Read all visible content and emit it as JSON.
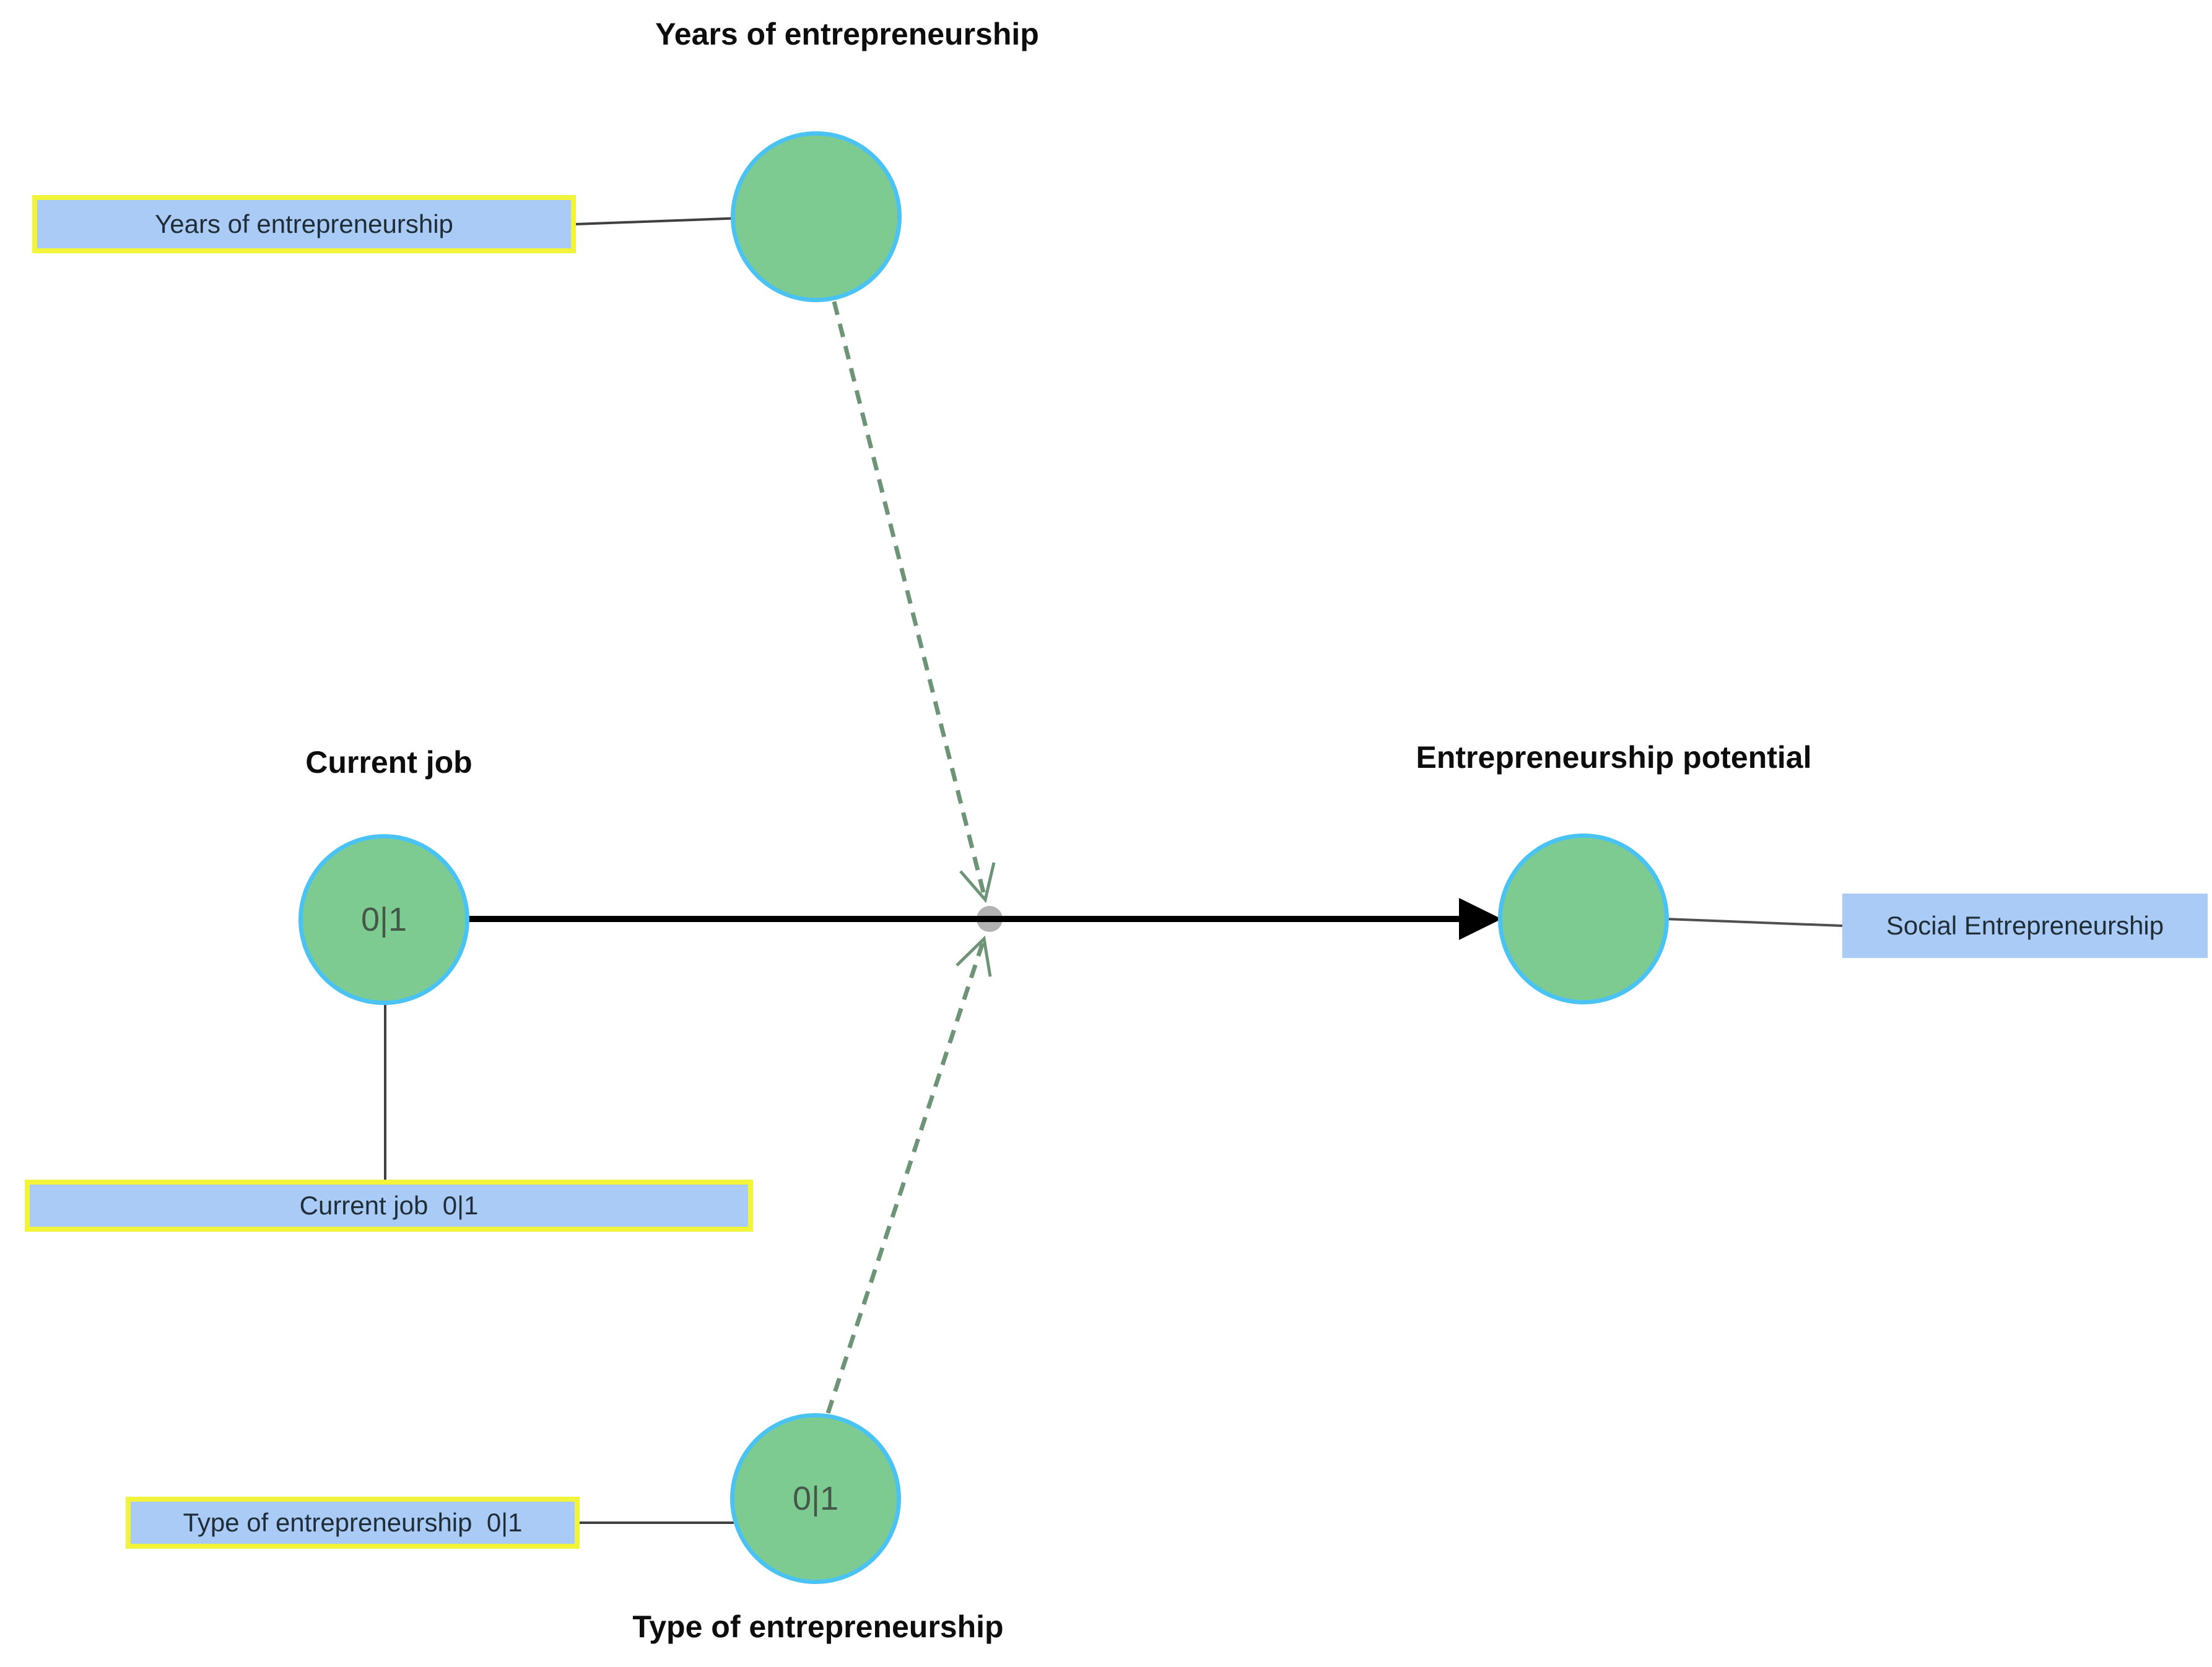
{
  "diagram": {
    "tool": "structural-model-diagram",
    "background": "#ffffff",
    "colors": {
      "construct_fill": "#7ecb92",
      "construct_border": "#4ac3f3",
      "indicator_fill": "#a9cbf6",
      "indicator_border": "#f2f439",
      "indicator_text": "#1f2d36",
      "title_text": "#0d0d0d",
      "circle_label_text": "#44584a",
      "path_arrow": "#000000",
      "moderation_arrow": "#6e9478",
      "connector_line": "#404040",
      "junction_dot": "#b2b2b2"
    },
    "constructs": {
      "years": {
        "title": "Years of entrepreneurship",
        "label": ""
      },
      "current": {
        "title": "Current job",
        "label": "0|1"
      },
      "potential": {
        "title": "Entrepreneurship potential",
        "label": ""
      },
      "type": {
        "title": "Type of entrepreneurship",
        "label": "0|1"
      }
    },
    "indicators": {
      "years": {
        "label": "Years of entrepreneurship"
      },
      "current": {
        "label": "Current job  0|1"
      },
      "type": {
        "label": "Type of entrepreneurship  0|1"
      },
      "social": {
        "label": "Social Entrepreneurship"
      }
    },
    "paths": {
      "main": {
        "from": "Current job",
        "to": "Entrepreneurship potential",
        "style": "solid-arrow"
      },
      "moderation1": {
        "from": "Years of entrepreneurship",
        "to": "Current job -> Entrepreneurship potential",
        "style": "dashed-arrow"
      },
      "moderation2": {
        "from": "Type of entrepreneurship",
        "to": "Current job -> Entrepreneurship potential",
        "style": "dashed-arrow"
      }
    }
  }
}
